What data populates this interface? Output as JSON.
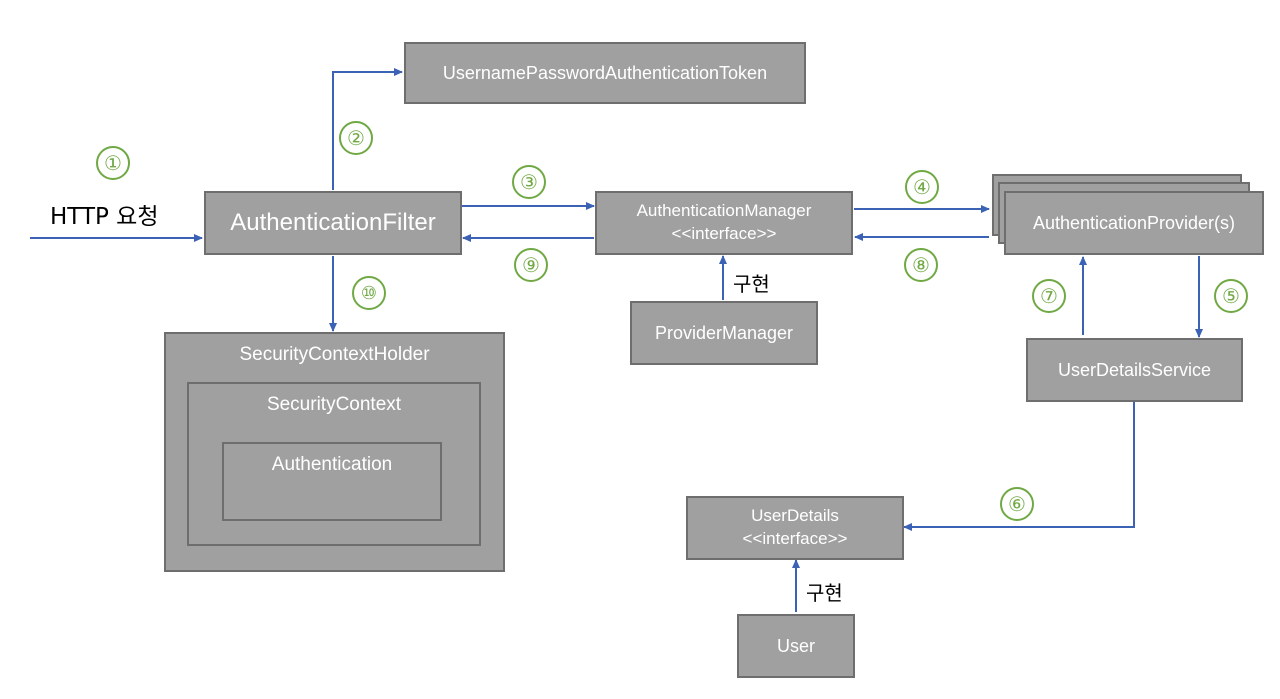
{
  "request_label": "HTTP 요청",
  "impl_label": "구현",
  "colors": {
    "box_fill": "#a0a0a0",
    "box_border": "#6e6e6e",
    "arrow": "#3b62b4",
    "step": "#70a944"
  },
  "boxes": {
    "token": "UsernamePasswordAuthenticationToken",
    "filter": "AuthenticationFilter",
    "manager_name": "AuthenticationManager",
    "manager_stereotype": "<<interface>>",
    "provider_manager": "ProviderManager",
    "providers": "AuthenticationProvider(s)",
    "user_details_service": "UserDetailsService",
    "user_details_name": "UserDetails",
    "user_details_stereotype": "<<interface>>",
    "user": "User",
    "context_holder": "SecurityContextHolder",
    "context": "SecurityContext",
    "authentication": "Authentication"
  },
  "steps": [
    "1",
    "2",
    "3",
    "4",
    "5",
    "6",
    "7",
    "8",
    "9",
    "10"
  ],
  "step_glyphs": [
    "①",
    "②",
    "③",
    "④",
    "⑤",
    "⑥",
    "⑦",
    "⑧",
    "⑨",
    "⑩"
  ]
}
